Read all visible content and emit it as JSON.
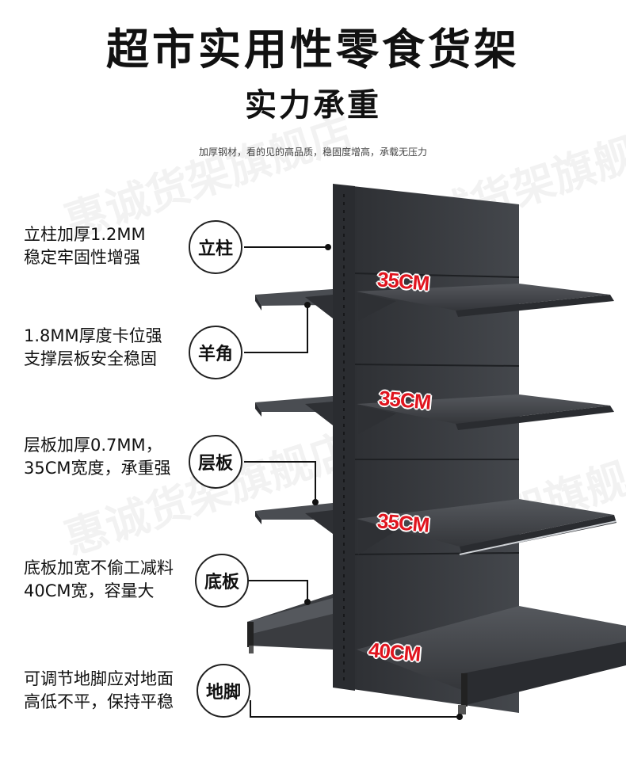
{
  "header": {
    "title": "超市实用性零食货架",
    "subtitle": "实力承重",
    "tagline": "加厚钢材，看的见的高品质，稳固度增高，承载无压力"
  },
  "features": [
    {
      "badge": "立柱",
      "line1": "立柱加厚1.2MM",
      "line2": "稳定牢固性增强"
    },
    {
      "badge": "羊角",
      "line1": "1.8MM厚度卡位强",
      "line2": "支撑层板安全稳固"
    },
    {
      "badge": "层板",
      "line1": "层板加厚0.7MM，",
      "line2": "35CM宽度，承重强"
    },
    {
      "badge": "底板",
      "line1": "底板加宽不偷工减料",
      "line2": "40CM宽，容量大"
    },
    {
      "badge": "地脚",
      "line1": "可调节地脚应对地面",
      "line2": "高低不平，保持平稳"
    }
  ],
  "dimensions": [
    "35CM",
    "35CM",
    "35CM",
    "40CM"
  ],
  "watermark": "惠诚货架旗舰店",
  "colors": {
    "shelf": "#3a3c40",
    "shelf_dark": "#25272a",
    "dimension_text": "#e0141e"
  }
}
